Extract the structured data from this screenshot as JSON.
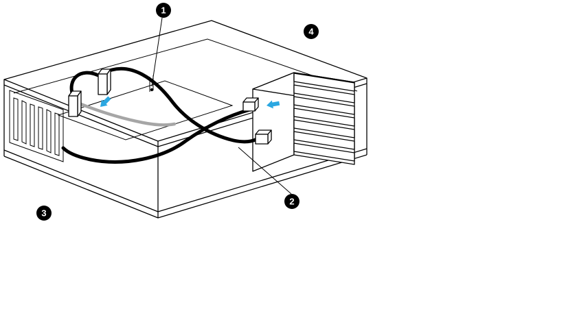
{
  "diagram": {
    "callouts": [
      {
        "number": "1"
      },
      {
        "number": "2"
      },
      {
        "number": "3"
      },
      {
        "number": "4"
      }
    ],
    "colors": {
      "line": "#000000",
      "accent_arrow": "#2BA7E1",
      "cable_primary": "#000000",
      "cable_secondary": "#A6A6A6",
      "background": "#FFFFFF"
    }
  }
}
